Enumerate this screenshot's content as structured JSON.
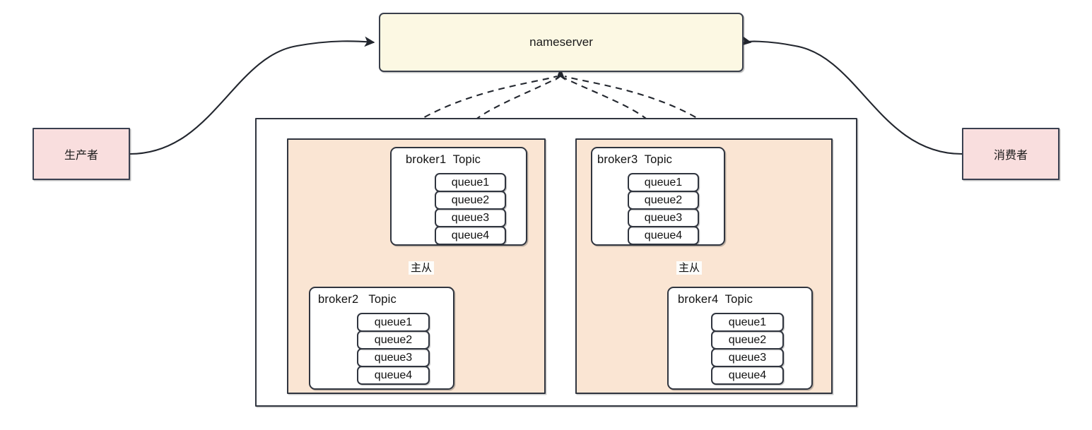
{
  "diagram": {
    "title": "RocketMQ nameserver broker topology",
    "colors": {
      "nameserver_fill": "#FCF8E3",
      "endpoint_fill": "#F9DEDE",
      "group_fill": "#FAE5D3",
      "broker_fill": "#FFFFFF",
      "stroke": "#30353F",
      "background": "#FFFFFF"
    }
  },
  "nameserver": {
    "label": "nameserver"
  },
  "producer": {
    "label": "生产者"
  },
  "consumer": {
    "label": "消费者"
  },
  "brokers": [
    {
      "id": "broker1",
      "title": "broker1  Topic",
      "queues": [
        "queue1",
        "queue2",
        "queue3",
        "queue4"
      ]
    },
    {
      "id": "broker2",
      "title": "broker2   Topic",
      "queues": [
        "queue1",
        "queue2",
        "queue3",
        "queue4"
      ]
    },
    {
      "id": "broker3",
      "title": "broker3  Topic",
      "queues": [
        "queue1",
        "queue2",
        "queue3",
        "queue4"
      ]
    },
    {
      "id": "broker4",
      "title": "broker4  Topic",
      "queues": [
        "queue1",
        "queue2",
        "queue3",
        "queue4"
      ]
    }
  ],
  "edge_labels": {
    "master_slave_left": "主从",
    "master_slave_right": "主从"
  }
}
